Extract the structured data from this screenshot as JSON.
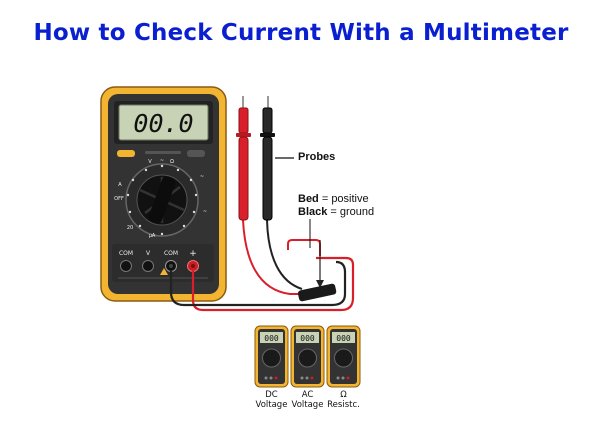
{
  "title": "How to Check Current With a Multimeter",
  "display_reading": "00.0",
  "labels": {
    "probes": "Probes",
    "red_word": "Bed",
    "red_rest": " = positive",
    "black_word": "Black",
    "black_rest": " = ground"
  },
  "ports": {
    "com1": "COM",
    "v": "V",
    "com2": "COM"
  },
  "dial_marks": [
    "V",
    "~",
    "Ω",
    "~",
    "A",
    "OFF",
    "20",
    "μA",
    "~"
  ],
  "mini_meters": [
    {
      "reading": "000",
      "caption_line1": "DC",
      "caption_line2": "Voltage"
    },
    {
      "reading": "000",
      "caption_line1": "AC",
      "caption_line2": "Voltage"
    },
    {
      "reading": "000",
      "caption_line1": "Ω",
      "caption_line2": "Resistc."
    }
  ],
  "colors": {
    "title": "#0a1fd0",
    "case_yellow": "#f3b431",
    "body_dark": "#333333",
    "lcd": "#c8d2b5",
    "probe_red": "#d9202a",
    "probe_black": "#222222"
  }
}
